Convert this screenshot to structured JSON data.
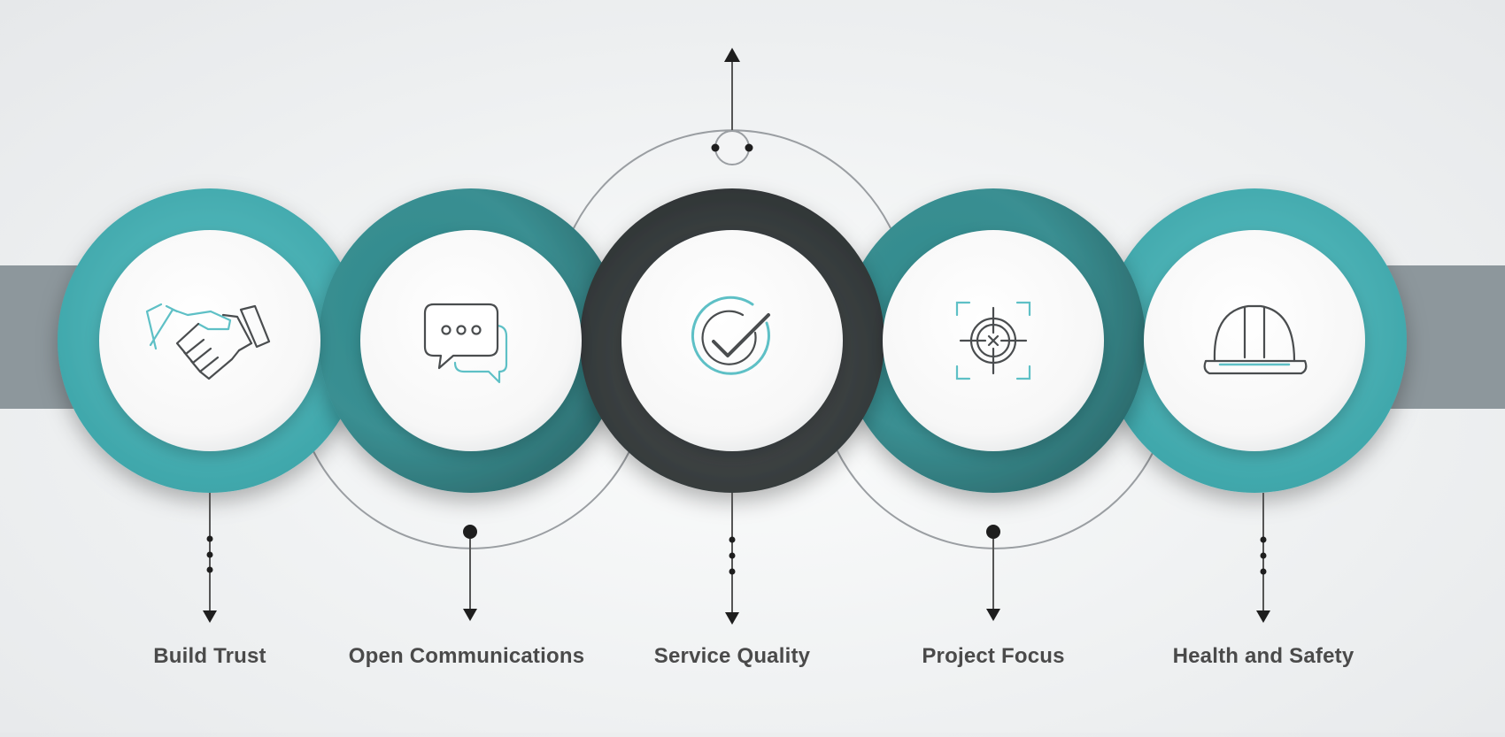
{
  "colors": {
    "teal": "#4fb5b8",
    "teal_dark": "#2f8587",
    "charcoal": "#3c4142",
    "band": "#8d979c",
    "icon_stroke": "#4a4d4f",
    "icon_accent": "#5ec0c6",
    "line": "#9a9ea2",
    "dot": "#1e1e1e",
    "label": "#4a4a4a"
  },
  "steps": [
    {
      "label": "Build Trust",
      "icon": "handshake-icon",
      "ring": "teal"
    },
    {
      "label": "Open Communications",
      "icon": "chat-bubbles-icon",
      "ring": "teal-dark"
    },
    {
      "label": "Service Quality",
      "icon": "checkmark-icon",
      "ring": "charcoal"
    },
    {
      "label": "Project Focus",
      "icon": "target-crosshair-icon",
      "ring": "teal-dark"
    },
    {
      "label": "Health and Safety",
      "icon": "hard-hat-icon",
      "ring": "teal"
    }
  ]
}
